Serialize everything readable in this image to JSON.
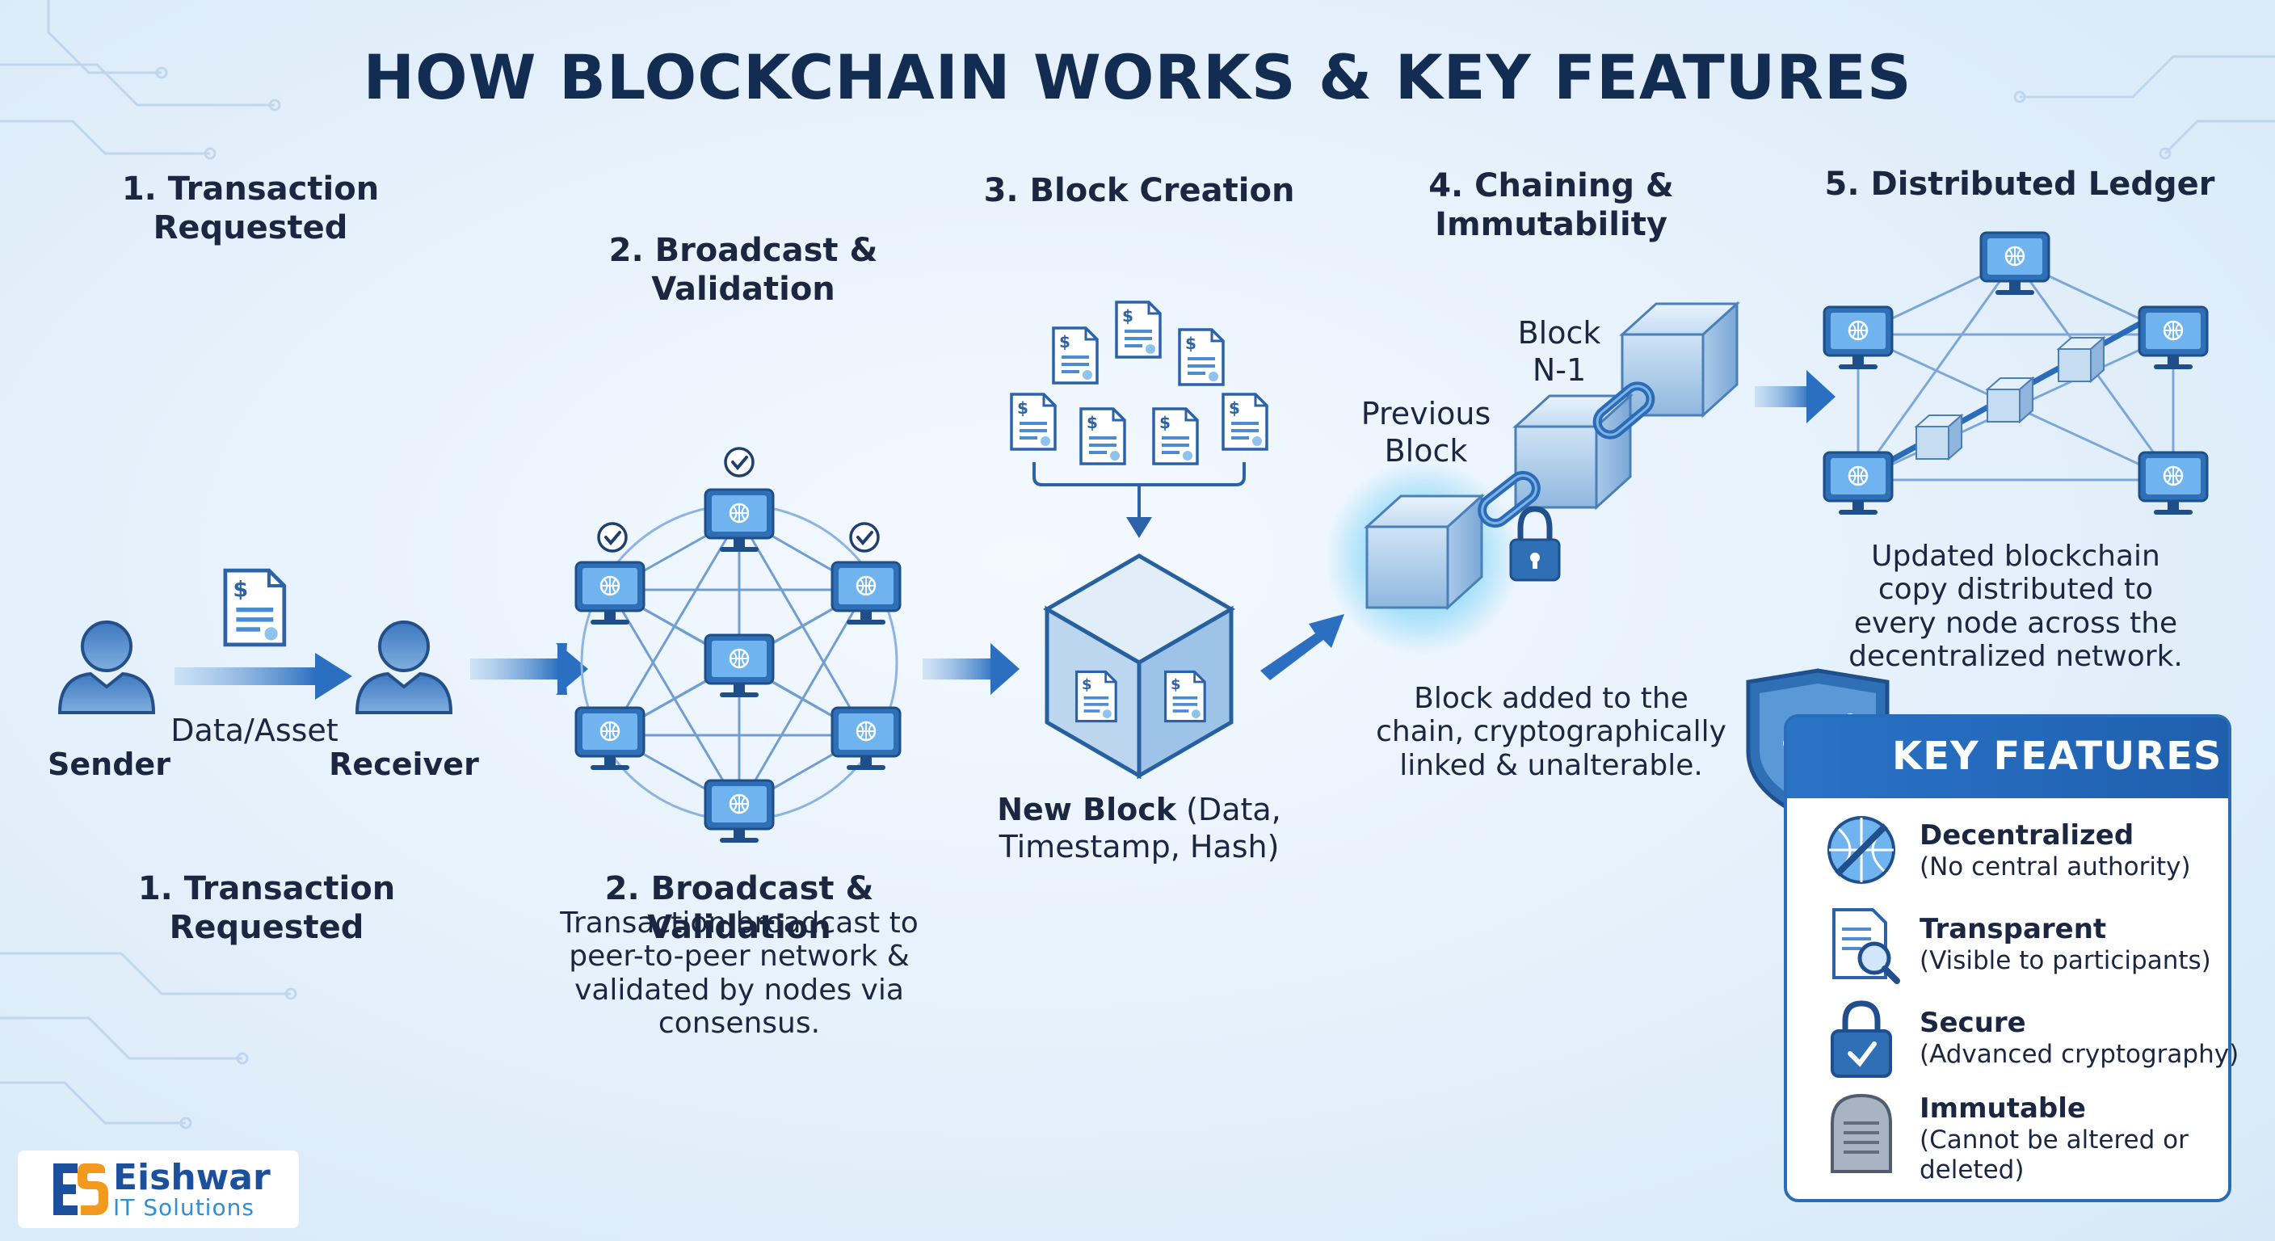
{
  "title": "HOW BLOCKCHAIN WORKS & KEY FEATURES",
  "steps": {
    "s1_top": "1. Transaction Requested",
    "s2_top": "2. Broadcast & Validation",
    "s3_top": "3. Block Creation",
    "s4_top": "4. Chaining & Immutability",
    "s5_top": "5. Distributed Ledger"
  },
  "actors": {
    "sender": "Sender",
    "receiver": "Receiver",
    "payload": "Data/Asset"
  },
  "captions": {
    "s1": "1. Transaction Requested",
    "s2_title": "2. Broadcast & Validation",
    "s2_desc": "Transaction broadcast to peer-to-peer network & validated by nodes via consensus.",
    "new_block_bold": "New Block",
    "new_block_rest": " (Data, Timestamp, Hash)",
    "block_n1": "Block N-1",
    "previous_block": "Previous Block",
    "s4_desc": "Block added to the chain, cryptographically linked & unalterable.",
    "s5_desc": "Updated blockchain copy distributed to every node across the decentralized network."
  },
  "key_features": {
    "title": "KEY FEATURES",
    "items": [
      {
        "name": "Decentralized",
        "desc": "(No central authority)",
        "icon": "globe-network-icon"
      },
      {
        "name": "Transparent",
        "desc": "(Visible to participants)",
        "icon": "document-magnifier-icon"
      },
      {
        "name": "Secure",
        "desc": "(Advanced cryptography)",
        "icon": "padlock-check-icon"
      },
      {
        "name": "Immutable",
        "desc": "(Cannot be altered or deleted)",
        "icon": "stone-tablet-icon"
      }
    ]
  },
  "logo": {
    "name": "Eishwar",
    "subtitle": "IT Solutions"
  },
  "colors": {
    "title": "#132c52",
    "accent": "#2a6cb8",
    "node": "#2f6fb5",
    "glow": "#56c8f5"
  }
}
